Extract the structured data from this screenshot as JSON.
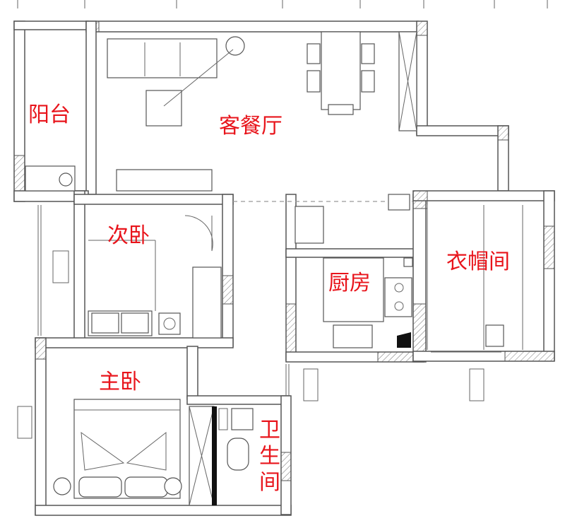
{
  "rooms": {
    "balcony": "阳台",
    "living_dining": "客餐厅",
    "second_bedroom": "次卧",
    "kitchen": "厨房",
    "walk_in_closet": "衣帽间",
    "master_bedroom": "主卧",
    "bathroom_1": "卫",
    "bathroom_2": "生",
    "bathroom_3": "间"
  },
  "colors": {
    "label": "#e8141b",
    "wall": "#555555"
  }
}
